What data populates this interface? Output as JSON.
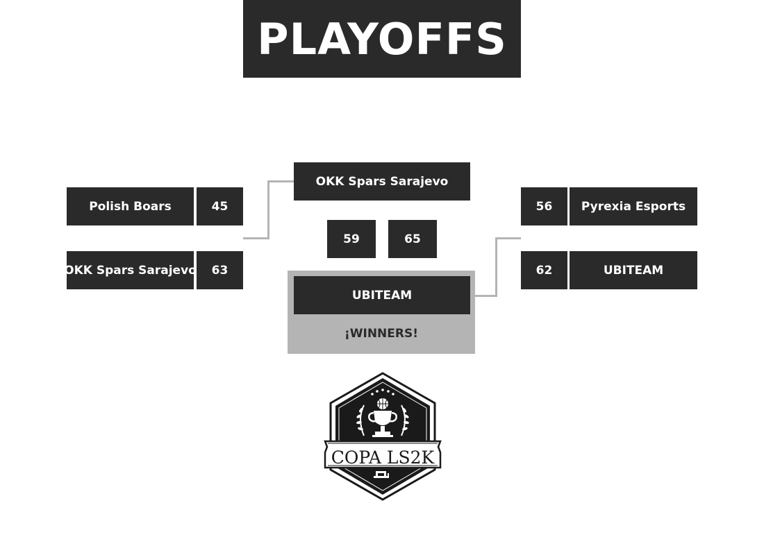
{
  "title": "PLAYOFFS",
  "left_bracket": {
    "team1": {
      "name": "Polish Boars",
      "score": "45"
    },
    "team2": {
      "name": "OKK Spars Sarajevo",
      "score": "63"
    }
  },
  "right_bracket": {
    "team1": {
      "name": "Pyrexia Esports",
      "score": "56"
    },
    "team2": {
      "name": "UBITEAM",
      "score": "62"
    }
  },
  "final": {
    "team1": "OKK Spars Sarajevo",
    "score1": "59",
    "score2": "65",
    "winner": "UBITEAM",
    "winner_label": "¡WINNERS!"
  },
  "logo": {
    "text": "COPA LS2K",
    "icon": "trophy-basketball-badge-icon"
  },
  "colors": {
    "box": "#2a2a2a",
    "connector": "#b4b4b4",
    "text_light": "#ffffff"
  }
}
